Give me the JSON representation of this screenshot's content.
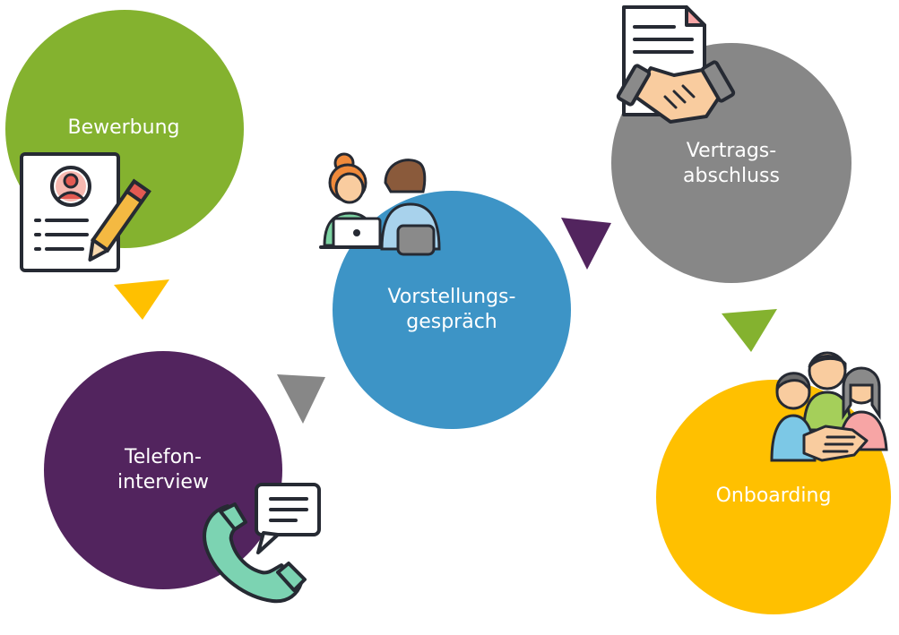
{
  "steps": [
    {
      "id": "bewerbung",
      "lines": [
        "Bewerbung"
      ],
      "color": "#84b22f",
      "icon": "resume-pencil-icon"
    },
    {
      "id": "telefon",
      "lines": [
        "Telefon-",
        "interview"
      ],
      "color": "#52245e",
      "icon": "phone-chat-icon"
    },
    {
      "id": "vorstellung",
      "lines": [
        "Vorstellungs-",
        "gespräch"
      ],
      "color": "#3d94c6",
      "icon": "interview-people-icon"
    },
    {
      "id": "vertrag",
      "lines": [
        "Vertrags-",
        "abschluss"
      ],
      "color": "#878787",
      "icon": "contract-handshake-icon"
    },
    {
      "id": "onboarding",
      "lines": [
        "Onboarding"
      ],
      "color": "#ffc000",
      "icon": "team-handshake-icon"
    }
  ],
  "arrow_colors": {
    "bewerbung_to_telefon": "#ffc000",
    "telefon_to_vorstellung": "#878787",
    "vorstellung_to_vertrag": "#52245e",
    "vertrag_to_onboarding": "#84b22f"
  }
}
